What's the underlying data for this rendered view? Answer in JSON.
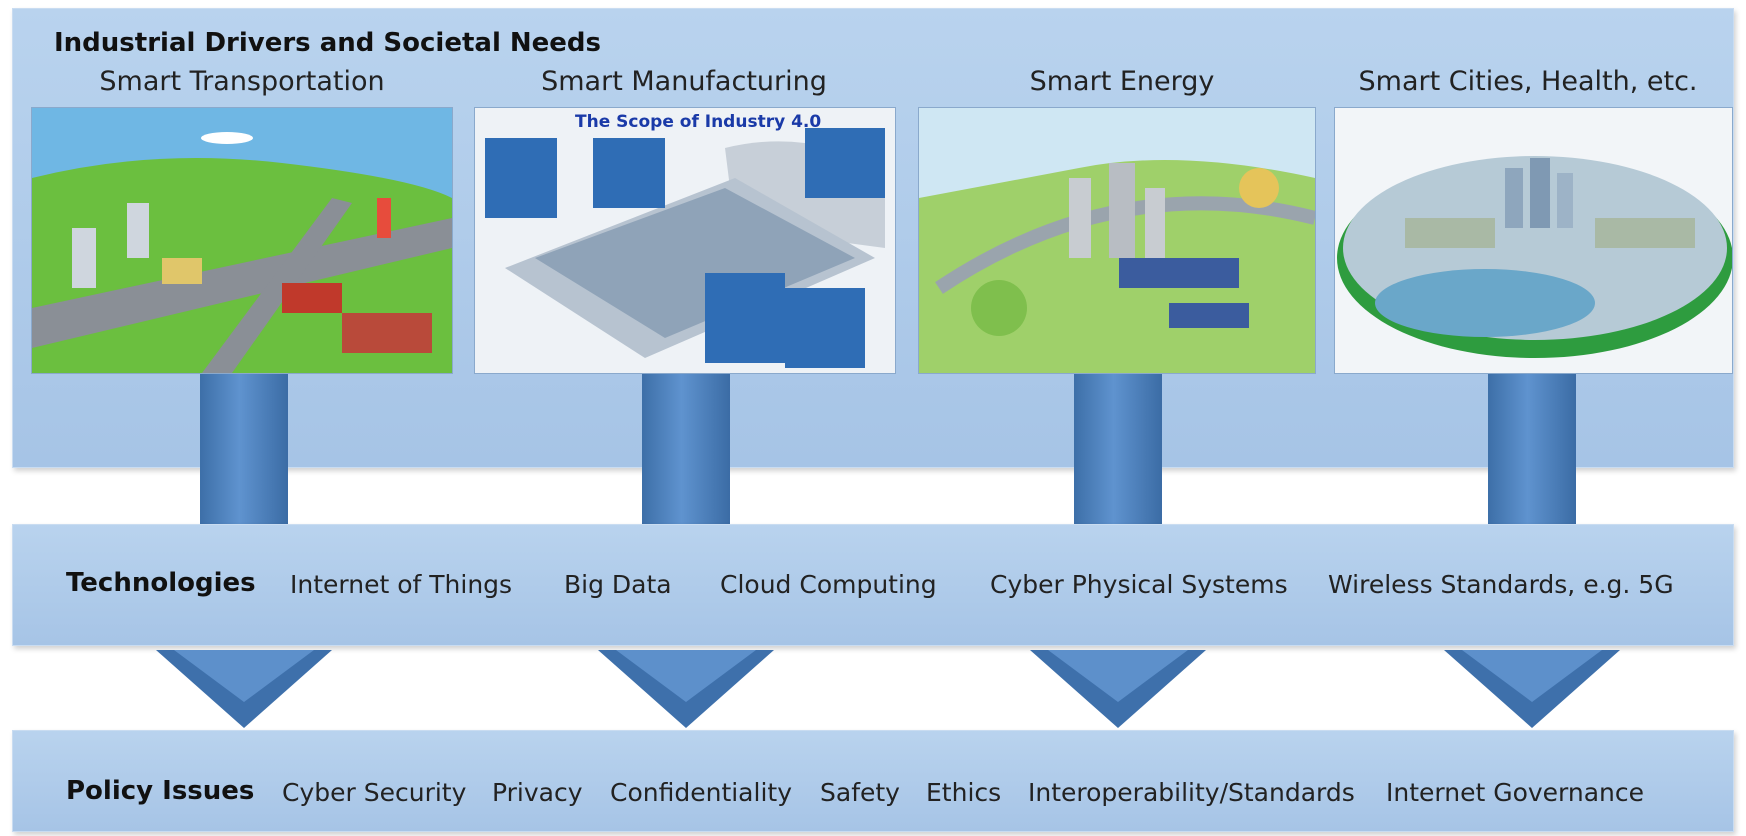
{
  "drivers": {
    "title": "Industrial Drivers and Societal Needs",
    "columns": [
      {
        "label": "Smart Transportation"
      },
      {
        "label": "Smart Manufacturing",
        "image_caption": "The Scope of Industry 4.0"
      },
      {
        "label": "Smart Energy"
      },
      {
        "label": "Smart Cities, Health, etc."
      }
    ]
  },
  "technologies": {
    "title": "Technologies",
    "items": [
      "Internet of Things",
      "Big Data",
      "Cloud Computing",
      "Cyber Physical Systems",
      "Wireless Standards, e.g. 5G"
    ]
  },
  "policy": {
    "title": "Policy Issues",
    "items": [
      "Cyber Security",
      "Privacy",
      "Confidentiality",
      "Safety",
      "Ethics",
      "Interoperability/Standards",
      "Internet Governance"
    ]
  },
  "colors": {
    "band": "#b2cdec",
    "arrow": "#4a7cb8",
    "grass": "#5aa83a"
  }
}
